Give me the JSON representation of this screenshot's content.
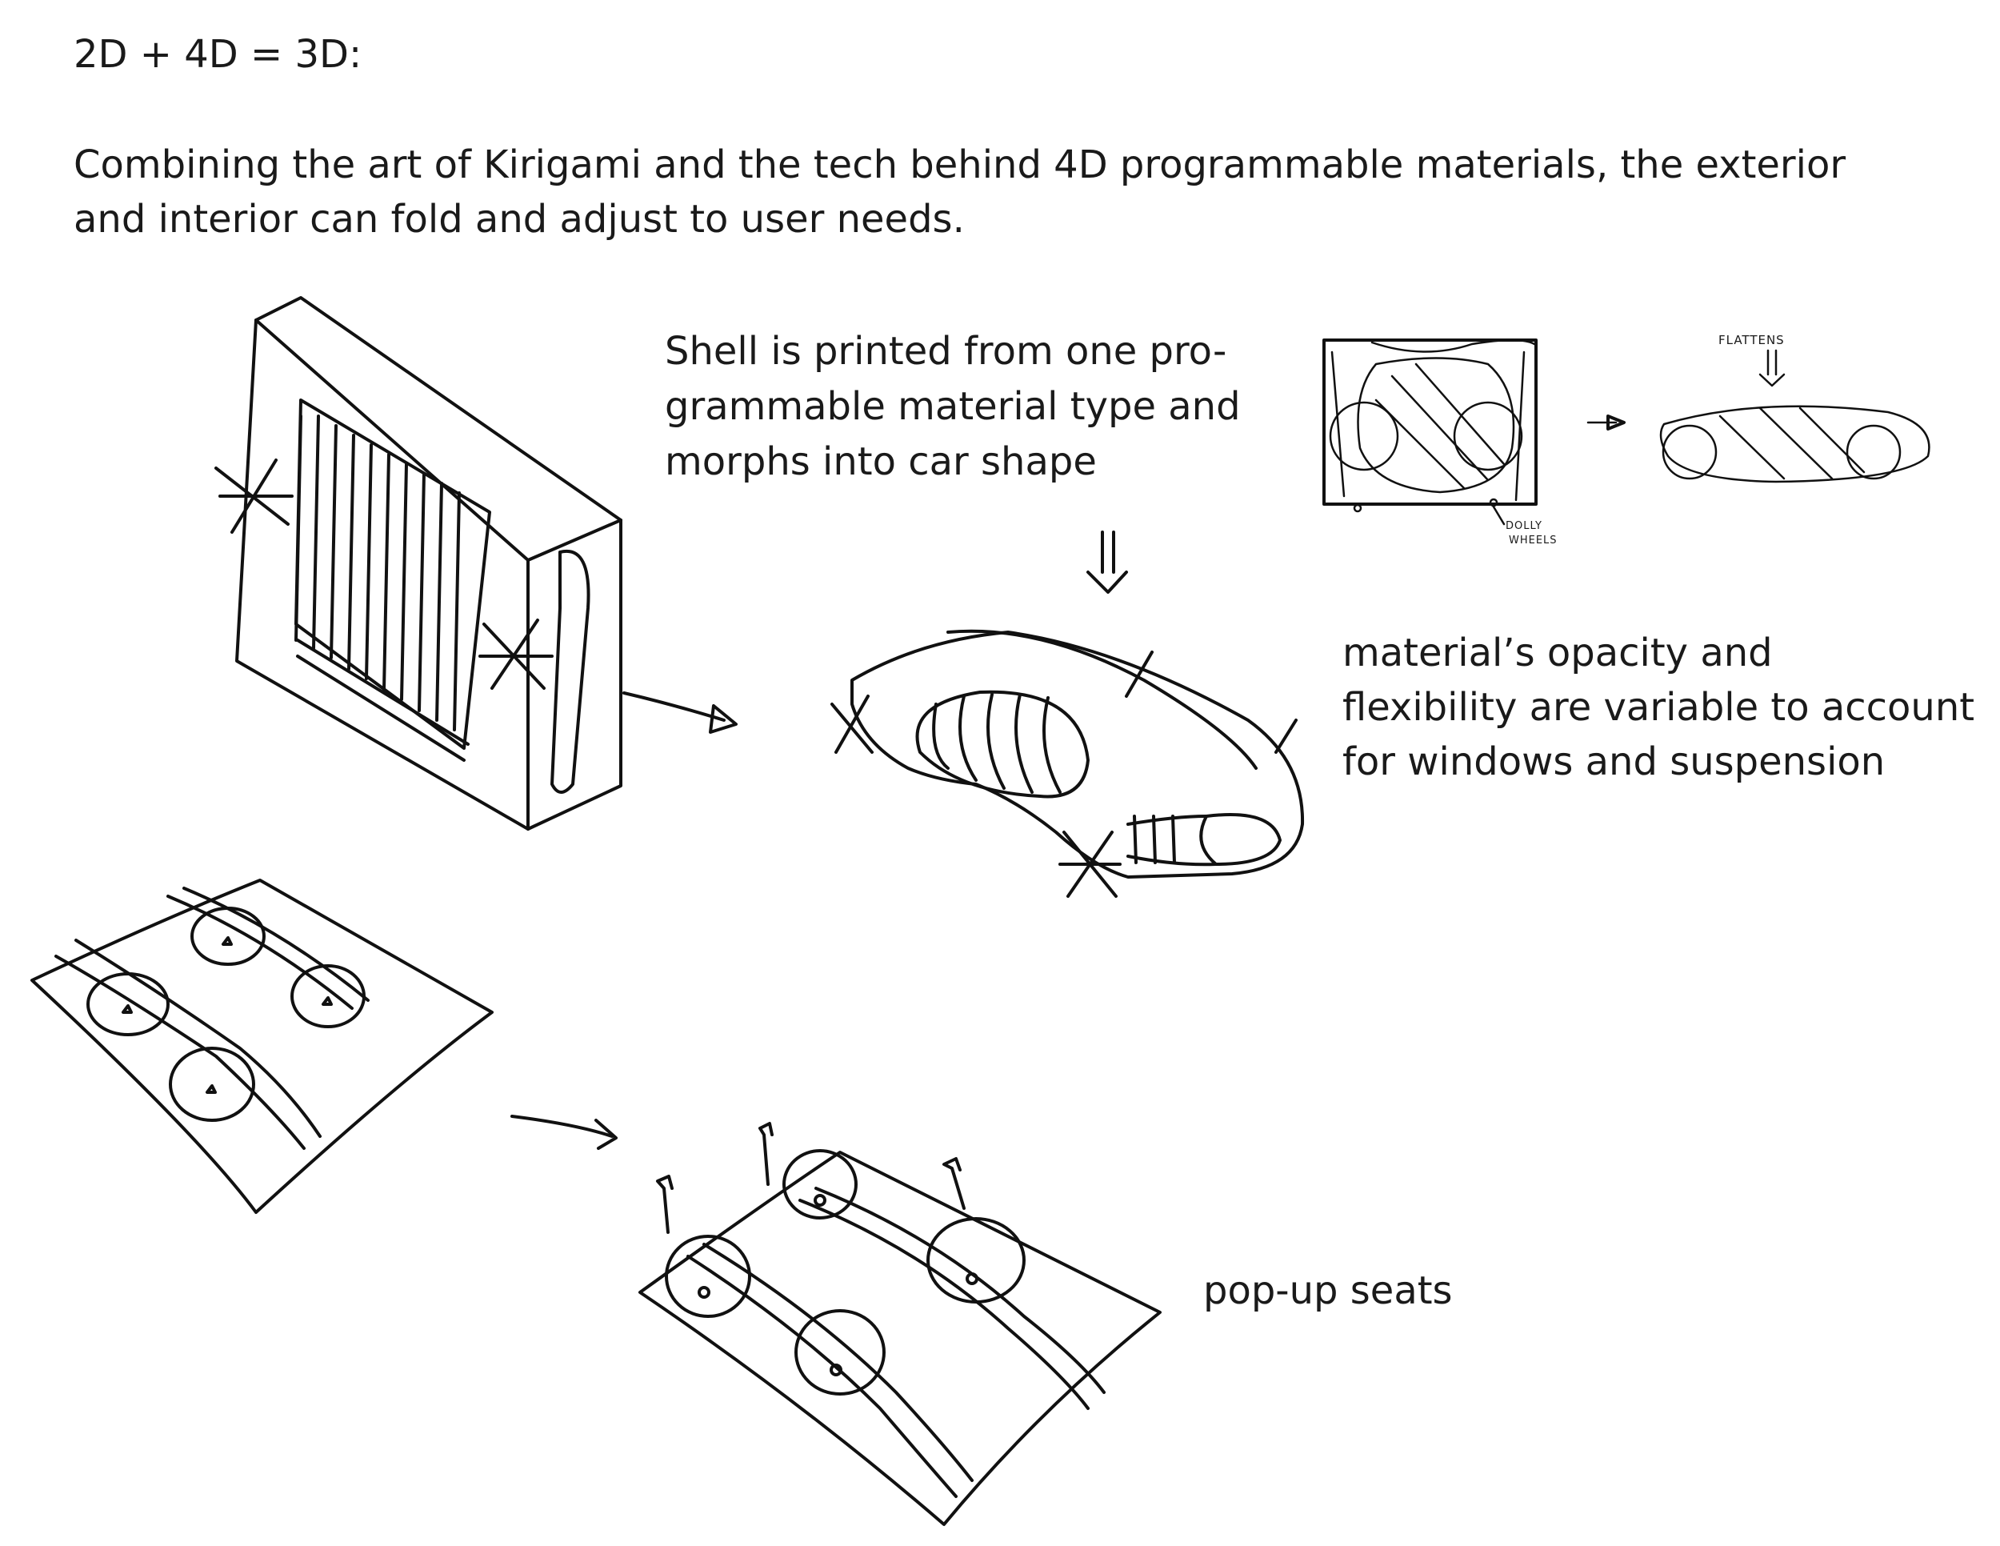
{
  "heading": "2D + 4D = 3D:",
  "intro": [
    "Combining the art of Kirigami and the tech behind 4D programmable materials, the exterior",
    "and interior can fold and adjust to user needs."
  ],
  "annotations": {
    "shell": [
      "Shell is printed from one pro-",
      "grammable material type and",
      "morphs into car shape"
    ],
    "material": [
      "material’s opacity and",
      "flexibility are variable to account",
      "for windows and suspension"
    ],
    "seats": "pop-up seats"
  },
  "sketch_labels": {
    "flattens": "FLATTENS",
    "dolly_line1": "DOLLY",
    "dolly_line2": "WHEELS"
  }
}
